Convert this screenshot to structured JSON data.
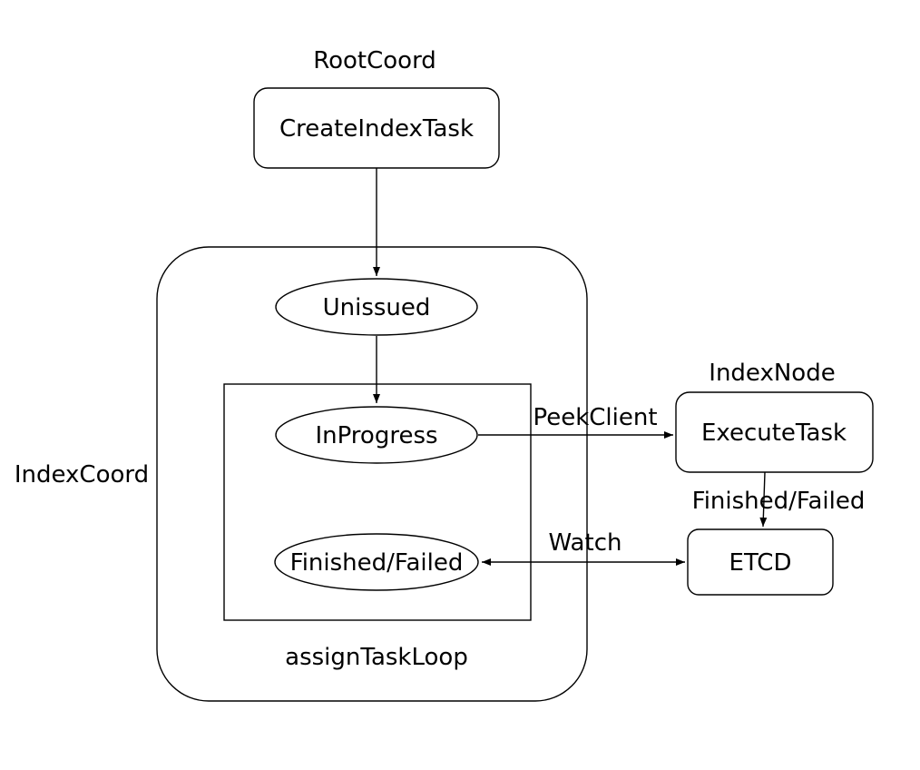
{
  "diagram": {
    "groups": {
      "root_coord_label": "RootCoord",
      "index_coord_label": "IndexCoord",
      "index_node_label": "IndexNode",
      "assign_task_loop_label": "assignTaskLoop"
    },
    "nodes": {
      "create_index_task": {
        "label": "CreateIndexTask",
        "shape": "rounded-rect"
      },
      "unissued": {
        "label": "Unissued",
        "shape": "ellipse"
      },
      "in_progress": {
        "label": "InProgress",
        "shape": "ellipse"
      },
      "finished_failed_state": {
        "label": "Finished/Failed",
        "shape": "ellipse"
      },
      "execute_task": {
        "label": "ExecuteTask",
        "shape": "rounded-rect"
      },
      "etcd": {
        "label": "ETCD",
        "shape": "rounded-rect"
      }
    },
    "edges": [
      {
        "from": "create_index_task",
        "to": "unissued",
        "label": "",
        "direction": "down"
      },
      {
        "from": "unissued",
        "to": "in_progress",
        "label": "",
        "direction": "down"
      },
      {
        "from": "in_progress",
        "to": "execute_task",
        "label": "PeekClient",
        "direction": "right"
      },
      {
        "from": "execute_task",
        "to": "etcd",
        "label": "Finished/Failed",
        "direction": "down"
      },
      {
        "from": "finished_failed_state",
        "to": "etcd",
        "label": "Watch",
        "direction": "both"
      }
    ],
    "colors": {
      "stroke": "#000000",
      "text": "#000000",
      "background": "#ffffff"
    }
  }
}
